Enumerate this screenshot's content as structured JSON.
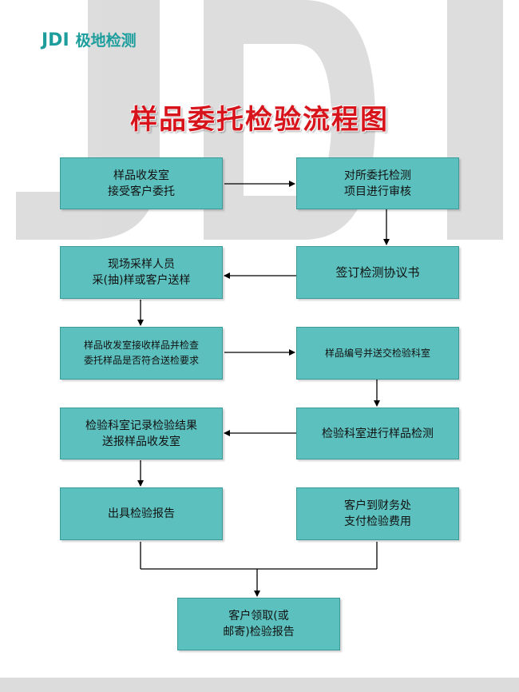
{
  "brand": {
    "mark": "JDI",
    "name": "极地检测",
    "color": "#1d9e9d"
  },
  "title": "样品委托检验流程图",
  "colors": {
    "box_fill": "#5cc1be",
    "title": "#d7141b",
    "watermark": "#d9d9d9"
  },
  "nodes": {
    "receive_commission": "样品收发室\n接受客户委托",
    "review_project": "对所委托检测\n项目进行审核",
    "sign_agreement": "签订检测协议书",
    "sampling": "现场采样人员\n采(抽)样或客户送样",
    "receive_check": "样品收发室接收样品并检查\n委托样品是否符合送检要求",
    "number_send": "样品编号并送交检验科室",
    "lab_test": "检验科室进行样品检测",
    "record_result": "检验科室记录检验结果\n送报样品收发室",
    "issue_report": "出具检验报告",
    "pay_fee": "客户到财务处\n支付检验费用",
    "collect_report": "客户领取(或\n邮寄)检验报告"
  }
}
